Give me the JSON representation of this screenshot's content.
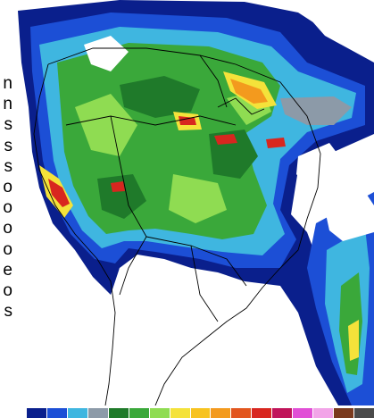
{
  "page": {
    "left_text_fragments": [
      "n",
      "n",
      "s",
      "s",
      "s",
      "o",
      "o",
      "o",
      "o",
      "e",
      "o",
      "s"
    ]
  },
  "map": {
    "description_icons": {
      "land_outline": "country-border-lines",
      "ocean": "ocean-background"
    },
    "colors": {
      "ocean": "#ffffff",
      "border": "#000000",
      "dark_blue": "#0a1f8c",
      "mid_blue": "#1c4fd6",
      "light_blue": "#3fb6e0",
      "gray": "#8c9aa8",
      "dark_green": "#1f7a2a",
      "green": "#3aa83a",
      "light_green": "#8fdc52",
      "yellow": "#f4e23a",
      "orange": "#f39a1e",
      "red": "#d8261f"
    }
  },
  "legend": {
    "swatches": [
      "#0a1f8c",
      "#1c4fd6",
      "#3fb6e0",
      "#8c9aa8",
      "#1f7a2a",
      "#3aa83a",
      "#8fdc52",
      "#f4e23a",
      "#f7c31f",
      "#f39a1e",
      "#e2561e",
      "#d8261f",
      "#c0145a",
      "#e14fd6",
      "#f2a4e8",
      "#7a3a1e",
      "#4a4a4a"
    ]
  }
}
